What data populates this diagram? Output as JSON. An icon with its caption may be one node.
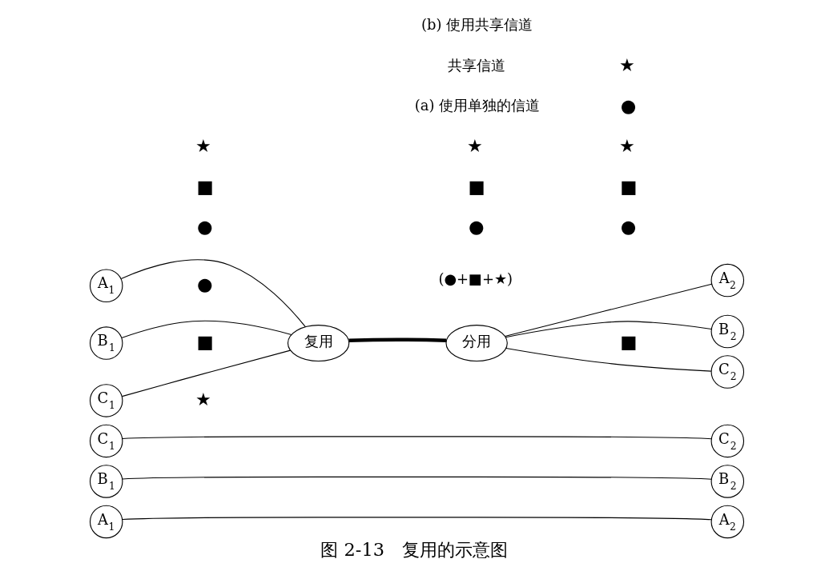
{
  "diagram": {
    "caption": "图 2-13　复用的示意图",
    "nodes": [
      {
        "text": [
          "A$_{1}$"
        ]
      },
      {
        "text": [
          "B$_{1}$"
        ]
      },
      {
        "text": [
          "C$_{1}$"
        ]
      },
      {
        "text": [
          "A$_{2}$"
        ]
      },
      {
        "text": [
          "B$_{2}$"
        ]
      },
      {
        "text": [
          "C$_{2}$"
        ]
      },
      {
        "text": [
          "A$_{1}$"
        ]
      },
      {
        "text": [
          "B$_{1}$"
        ]
      },
      {
        "text": [
          "C$_{1}$"
        ]
      },
      {
        "text": [
          "复用"
        ]
      },
      {
        "text": [
          "分用"
        ]
      },
      {
        "text": [
          "A$_{2}$"
        ]
      },
      {
        "text": [
          "B$_{2}$"
        ]
      },
      {
        "text": [
          "C$_{2}$"
        ]
      }
    ],
    "edges": [
      {
        "from": 0,
        "to": 3,
        "arrow": "none"
      },
      {
        "from": 1,
        "to": 4,
        "arrow": "none"
      },
      {
        "from": 2,
        "to": 5,
        "arrow": "none"
      },
      {
        "from": 6,
        "to": 9,
        "arrow": "none"
      },
      {
        "from": 7,
        "to": 9,
        "arrow": "none"
      },
      {
        "from": 8,
        "to": 9,
        "arrow": "none"
      },
      {
        "from": 9,
        "to": 10,
        "arrow": "none",
        "style": "thick"
      },
      {
        "from": 10,
        "to": 11,
        "arrow": "none"
      },
      {
        "from": 10,
        "to": 12,
        "arrow": "none"
      },
      {
        "from": 10,
        "to": 13,
        "arrow": "none"
      }
    ],
    "labels": [
      "●",
      "●",
      "●",
      "■",
      "■",
      "■",
      "★",
      "★",
      "★",
      "(a) 使用单独的信道",
      "●",
      "■",
      "★",
      "(●+■+★)",
      "共享信道",
      "●",
      "■",
      "★",
      "(b) 使用共享信道"
    ]
  }
}
